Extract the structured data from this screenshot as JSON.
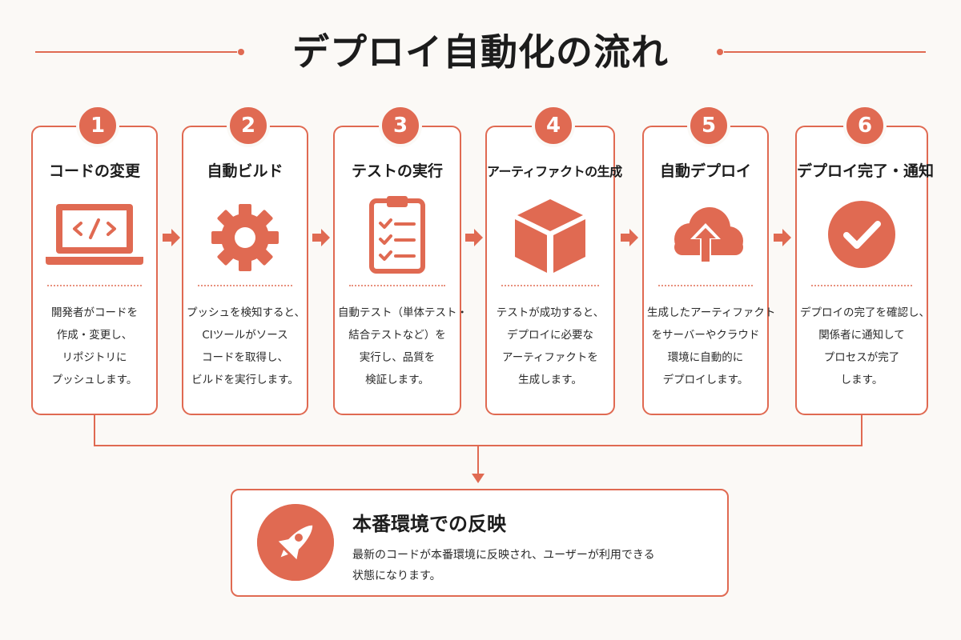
{
  "title": "デプロイ自動化の流れ",
  "steps": [
    {
      "number": "1",
      "title": "コードの変更",
      "icon": "laptop-code-icon",
      "description": [
        "開発者がコードを",
        "作成・変更し、",
        "リポジトリに",
        "プッシュします。"
      ]
    },
    {
      "number": "2",
      "title": "自動ビルド",
      "icon": "gear-icon",
      "description": [
        "プッシュを検知すると、",
        "CIツールがソース",
        "コードを取得し、",
        "ビルドを実行します。"
      ]
    },
    {
      "number": "3",
      "title": "テストの実行",
      "icon": "clipboard-checklist-icon",
      "description": [
        "自動テスト（単体テスト・",
        "結合テストなど）を",
        "実行し、品質を",
        "検証します。"
      ]
    },
    {
      "number": "4",
      "title": "アーティファクトの生成",
      "icon": "package-box-icon",
      "description": [
        "テストが成功すると、",
        "デプロイに必要な",
        "アーティファクトを",
        "生成します。"
      ]
    },
    {
      "number": "5",
      "title": "自動デプロイ",
      "icon": "cloud-upload-icon",
      "description": [
        "生成したアーティファクト",
        "をサーバーやクラウド",
        "環境に自動的に",
        "デプロイします。"
      ]
    },
    {
      "number": "6",
      "title": "デプロイ完了・通知",
      "icon": "check-circle-icon",
      "description": [
        "デプロイの完了を確認し、",
        "関係者に通知して",
        "プロセスが完了",
        "します。"
      ]
    }
  ],
  "result": {
    "title": "本番環境での反映",
    "icon": "rocket-icon",
    "description": [
      "最新のコードが本番環境に反映され、ユーザーが利用できる",
      "状態になります。"
    ]
  },
  "colors": {
    "accent": "#e06a52",
    "background": "#fbf9f6",
    "text": "#1c1c1c"
  }
}
